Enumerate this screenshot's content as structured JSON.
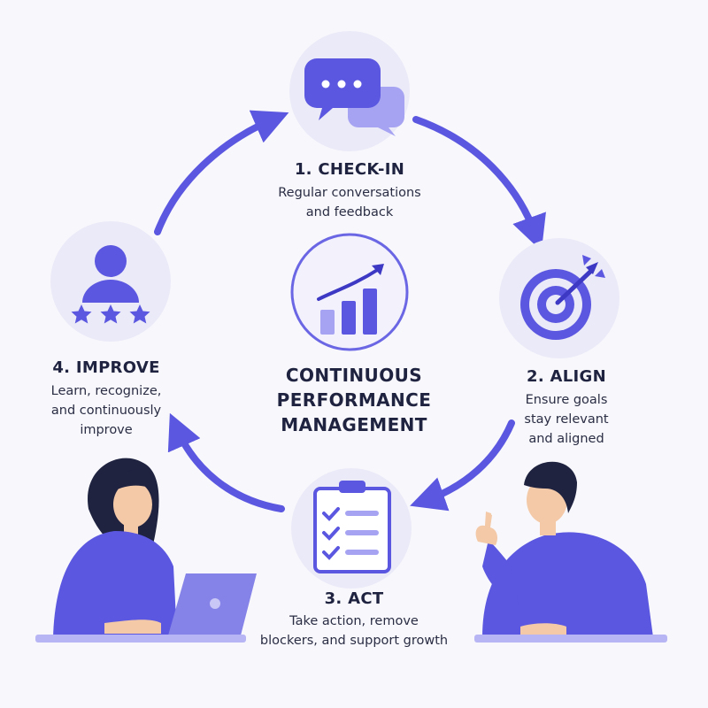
{
  "title": "CONTINUOUS\nPERFORMANCE\nMANAGEMENT",
  "steps": [
    {
      "title": "1. CHECK-IN",
      "description": "Regular conversations\nand feedback",
      "icon": "chat-bubbles-icon"
    },
    {
      "title": "2. ALIGN",
      "description": "Ensure goals\nstay relevant\nand aligned",
      "icon": "target-icon"
    },
    {
      "title": "3. ACT",
      "description": "Take action, remove\nblockers, and support growth",
      "icon": "checklist-icon"
    },
    {
      "title": "4. IMPROVE",
      "description": "Learn, recognize,\nand continuously\nimprove",
      "icon": "person-stars-icon"
    }
  ],
  "center_icon": "growth-chart-icon",
  "colors": {
    "accent": "#5b57e0",
    "accent_light": "#9b98f0",
    "circle_bg": "#ebeaf8",
    "text": "#1f2340",
    "background": "#f8f8fc"
  }
}
